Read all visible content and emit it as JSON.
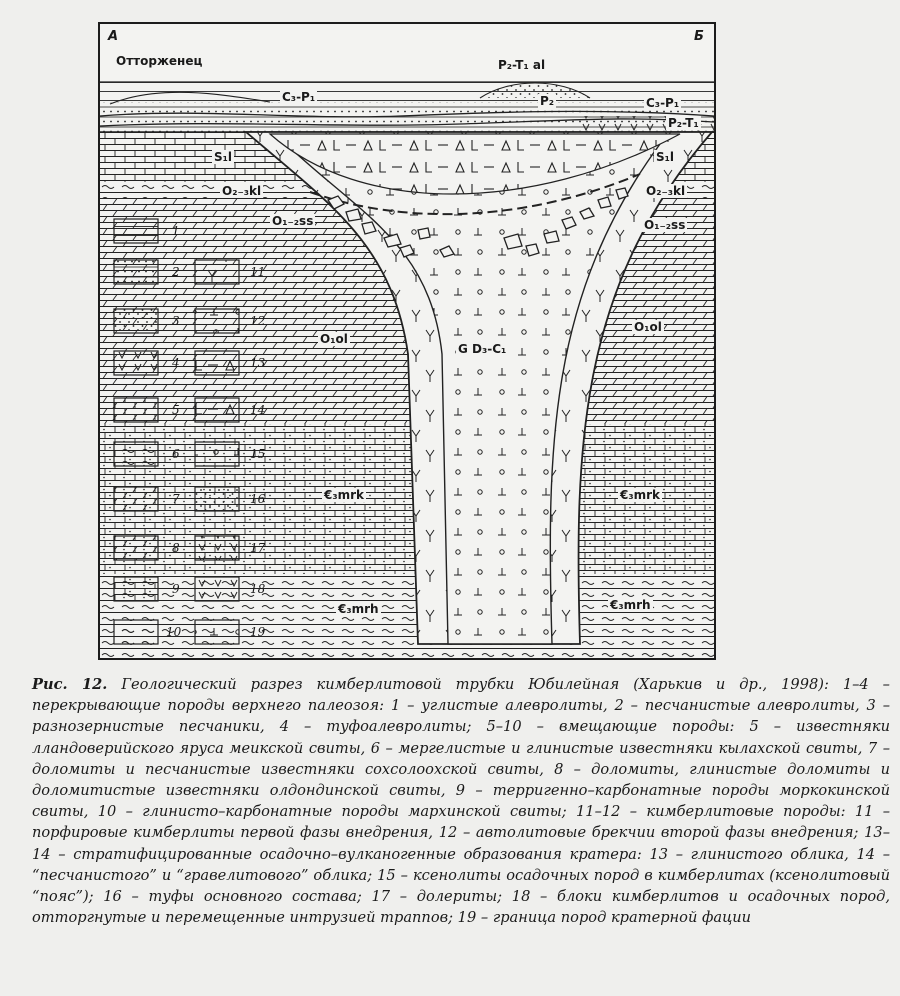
{
  "figure": {
    "corner_left": "А",
    "corner_right": "Б",
    "labels": {
      "ottorzhenets": "Отторженец",
      "p2t1al": "P₂-T₁ al",
      "c3p1_left": "C₃-P₁",
      "p2_mid": "P₂",
      "c3p1_right": "C₃-P₁",
      "p2t1_right": "P₂-T₁",
      "s1l_left": "S₁l",
      "s1l_right": "S₁l",
      "o23kl_left": "O₂₋₃kl",
      "o23kl_right": "O₂₋₃kl",
      "o12ss_left": "O₁₋₂ss",
      "o12ss_right": "O₁₋₂ss",
      "o1ol_left": "O₁ol",
      "o1ol_right": "O₁ol",
      "center": "G D₃-C₁",
      "e3mrk_left": "€₃mrk",
      "e3mrk_right": "€₃mrk",
      "e3mrh_left": "€₃mrh",
      "e3mrh_right": "€₃mrh"
    },
    "legend": [
      "1",
      "2",
      "3",
      "4",
      "5",
      "6",
      "7",
      "8",
      "9",
      "10",
      "11",
      "12",
      "13",
      "14",
      "15",
      "16",
      "17",
      "18",
      "19"
    ]
  },
  "caption": {
    "lead": "Рис. 12.",
    "text": " Геологический разрез кимберлитовой трубки Юбилейная (Харькив и др., 1998): 1–4 – перекрывающие породы верхнего палеозоя: 1 – углистые алевролиты, 2 – песчанистые алевролиты, 3 – разнозернистые песчаники, 4 – туфоалевролиты; 5–10 – вмещающие породы: 5 – известняки лландоверийского яруса меикской свиты, 6 – мергелистые и глинистые известняки кылахской свиты, 7 – доломиты и песчанистые известняки сохсолоохской свиты, 8 – доломиты, глинистые доломиты и доломитистые известняки олдондинской свиты, 9 – терригенно–карбонатные породы моркокинской свиты, 10 – глинисто–карбонатные породы мархинской свиты; 11–12 – кимберлитовые породы: 11 – порфировые кимберлиты первой фазы внедрения, 12 – автолитовые брекчии второй фазы внедрения; 13–14 – стратифицированные осадочно–вулканогенные образования кратера: 13 – глинистого облика, 14 – “песчанистого” и “гравелитового” облика; 15 – ксенолиты осадочных пород в кимберлитах (ксенолитовый “пояс”); 16 – туфы основного состава; 17 – долериты; 18 – блоки кимберлитов и осадочных пород, отторгнутые и перемещенные интрузией траппов; 19 – граница пород кратерной фации"
  }
}
